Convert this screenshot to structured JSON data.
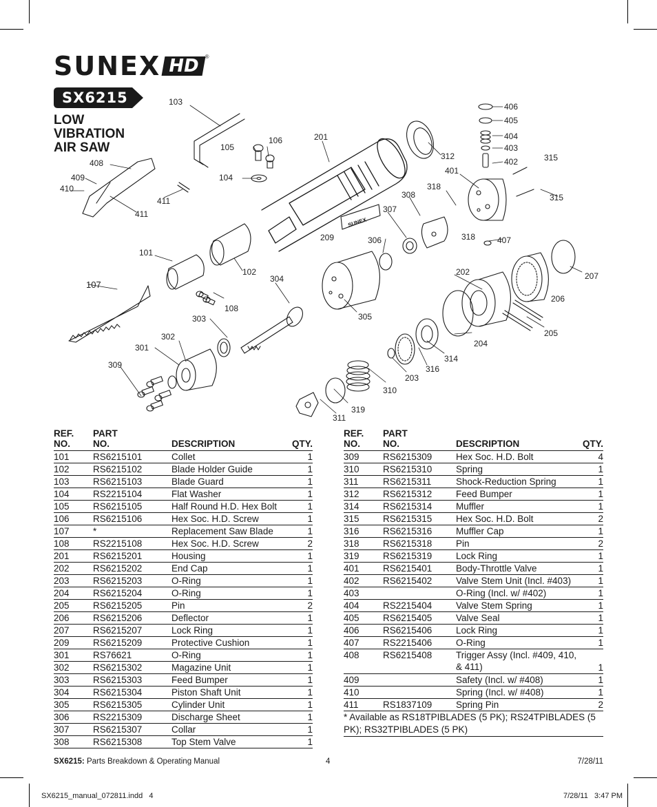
{
  "logo": {
    "brand": "SUNEX",
    "brand_suffix": "HD",
    "registered": "®"
  },
  "model": "SX6215",
  "product_title": [
    "LOW",
    "VIBRATION",
    "AIR SAW"
  ],
  "callouts": [
    {
      "id": "103",
      "label": "103"
    },
    {
      "id": "105",
      "label": "105"
    },
    {
      "id": "106",
      "label": "106"
    },
    {
      "id": "104",
      "label": "104"
    },
    {
      "id": "201",
      "label": "201"
    },
    {
      "id": "312",
      "label": "312"
    },
    {
      "id": "406",
      "label": "406"
    },
    {
      "id": "405",
      "label": "405"
    },
    {
      "id": "404",
      "label": "404"
    },
    {
      "id": "403",
      "label": "403"
    },
    {
      "id": "402",
      "label": "402"
    },
    {
      "id": "401",
      "label": "401"
    },
    {
      "id": "315a",
      "label": "315"
    },
    {
      "id": "315b",
      "label": "315"
    },
    {
      "id": "318a",
      "label": "318"
    },
    {
      "id": "318b",
      "label": "318"
    },
    {
      "id": "308",
      "label": "308"
    },
    {
      "id": "307",
      "label": "307"
    },
    {
      "id": "407",
      "label": "407"
    },
    {
      "id": "408",
      "label": "408"
    },
    {
      "id": "409",
      "label": "409"
    },
    {
      "id": "410",
      "label": "410"
    },
    {
      "id": "411a",
      "label": "411"
    },
    {
      "id": "411b",
      "label": "411"
    },
    {
      "id": "209",
      "label": "209"
    },
    {
      "id": "306",
      "label": "306"
    },
    {
      "id": "101",
      "label": "101"
    },
    {
      "id": "102",
      "label": "102"
    },
    {
      "id": "304",
      "label": "304"
    },
    {
      "id": "202",
      "label": "202"
    },
    {
      "id": "207",
      "label": "207"
    },
    {
      "id": "107",
      "label": "107"
    },
    {
      "id": "108",
      "label": "108"
    },
    {
      "id": "206",
      "label": "206"
    },
    {
      "id": "303",
      "label": "303"
    },
    {
      "id": "305",
      "label": "305"
    },
    {
      "id": "205",
      "label": "205"
    },
    {
      "id": "302",
      "label": "302"
    },
    {
      "id": "204",
      "label": "204"
    },
    {
      "id": "301",
      "label": "301"
    },
    {
      "id": "314",
      "label": "314"
    },
    {
      "id": "316",
      "label": "316"
    },
    {
      "id": "309",
      "label": "309"
    },
    {
      "id": "203",
      "label": "203"
    },
    {
      "id": "310",
      "label": "310"
    },
    {
      "id": "319",
      "label": "319"
    },
    {
      "id": "311",
      "label": "311"
    }
  ],
  "table_headers": {
    "ref_1": "REF.",
    "ref_2": "NO.",
    "part_1": "PART",
    "part_2": "NO.",
    "description": "DESCRIPTION",
    "qty": "QTY."
  },
  "parts_left": [
    {
      "ref": "101",
      "part": "RS6215101",
      "desc": "Collet",
      "qty": "1"
    },
    {
      "ref": "102",
      "part": "RS6215102",
      "desc": "Blade Holder Guide",
      "qty": "1"
    },
    {
      "ref": "103",
      "part": "RS6215103",
      "desc": "Blade Guard",
      "qty": "1"
    },
    {
      "ref": "104",
      "part": "RS2215104",
      "desc": "Flat Washer",
      "qty": "1"
    },
    {
      "ref": "105",
      "part": "RS6215105",
      "desc": "Half Round H.D. Hex Bolt",
      "qty": "1"
    },
    {
      "ref": "106",
      "part": "RS6215106",
      "desc": "Hex Soc. H.D. Screw",
      "qty": "1"
    },
    {
      "ref": "107",
      "part": "*",
      "desc": "Replacement Saw Blade",
      "qty": "1"
    },
    {
      "ref": "108",
      "part": "RS2215108",
      "desc": "Hex Soc. H.D. Screw",
      "qty": "2"
    },
    {
      "ref": "201",
      "part": "RS6215201",
      "desc": "Housing",
      "qty": "1"
    },
    {
      "ref": "202",
      "part": "RS6215202",
      "desc": "End Cap",
      "qty": "1"
    },
    {
      "ref": "203",
      "part": "RS6215203",
      "desc": "O-Ring",
      "qty": "1"
    },
    {
      "ref": "204",
      "part": "RS6215204",
      "desc": "O-Ring",
      "qty": "1"
    },
    {
      "ref": "205",
      "part": "RS6215205",
      "desc": "Pin",
      "qty": "2"
    },
    {
      "ref": "206",
      "part": "RS6215206",
      "desc": "Deflector",
      "qty": "1"
    },
    {
      "ref": "207",
      "part": "RS6215207",
      "desc": "Lock Ring",
      "qty": "1"
    },
    {
      "ref": "209",
      "part": "RS6215209",
      "desc": "Protective Cushion",
      "qty": "1"
    },
    {
      "ref": "301",
      "part": "RS76621",
      "desc": "O-Ring",
      "qty": "1"
    },
    {
      "ref": "302",
      "part": "RS6215302",
      "desc": "Magazine Unit",
      "qty": "1"
    },
    {
      "ref": "303",
      "part": "RS6215303",
      "desc": "Feed Bumper",
      "qty": "1"
    },
    {
      "ref": "304",
      "part": "RS6215304",
      "desc": "Piston Shaft Unit",
      "qty": "1"
    },
    {
      "ref": "305",
      "part": "RS6215305",
      "desc": "Cylinder Unit",
      "qty": "1"
    },
    {
      "ref": "306",
      "part": "RS2215309",
      "desc": "Discharge Sheet",
      "qty": "1"
    },
    {
      "ref": "307",
      "part": "RS6215307",
      "desc": "Collar",
      "qty": "1"
    },
    {
      "ref": "308",
      "part": "RS6215308",
      "desc": "Top Stem Valve",
      "qty": "1"
    }
  ],
  "parts_right": [
    {
      "ref": "309",
      "part": "RS6215309",
      "desc": "Hex Soc. H.D. Bolt",
      "qty": "4"
    },
    {
      "ref": "310",
      "part": "RS6215310",
      "desc": "Spring",
      "qty": "1"
    },
    {
      "ref": "311",
      "part": "RS6215311",
      "desc": "Shock-Reduction Spring",
      "qty": "1"
    },
    {
      "ref": "312",
      "part": "RS6215312",
      "desc": "Feed Bumper",
      "qty": "1"
    },
    {
      "ref": "314",
      "part": "RS6215314",
      "desc": "Muffler",
      "qty": "1"
    },
    {
      "ref": "315",
      "part": "RS6215315",
      "desc": "Hex Soc. H.D. Bolt",
      "qty": "2"
    },
    {
      "ref": "316",
      "part": "RS6215316",
      "desc": "Muffler Cap",
      "qty": "1"
    },
    {
      "ref": "318",
      "part": "RS6215318",
      "desc": "Pin",
      "qty": "2"
    },
    {
      "ref": "319",
      "part": "RS6215319",
      "desc": "Lock Ring",
      "qty": "1"
    },
    {
      "ref": "401",
      "part": "RS6215401",
      "desc": "Body-Throttle Valve",
      "qty": "1"
    },
    {
      "ref": "402",
      "part": "RS6215402",
      "desc": "Valve Stem Unit (Incl. #403)",
      "qty": "1"
    },
    {
      "ref": "403",
      "part": "",
      "desc": "O-Ring (Incl. w/ #402)",
      "qty": "1"
    },
    {
      "ref": "404",
      "part": "RS2215404",
      "desc": "Valve Stem Spring",
      "qty": "1"
    },
    {
      "ref": "405",
      "part": "RS6215405",
      "desc": "Valve Seal",
      "qty": "1"
    },
    {
      "ref": "406",
      "part": "RS6215406",
      "desc": "Lock Ring",
      "qty": "1"
    },
    {
      "ref": "407",
      "part": "RS2215406",
      "desc": "O-Ring",
      "qty": "1"
    },
    {
      "ref": "408",
      "part": "RS6215408",
      "desc": "Trigger Assy (Incl. #409, 410, & 411)",
      "qty": "1"
    },
    {
      "ref": "409",
      "part": "",
      "desc": "Safety (Incl. w/ #408)",
      "qty": "1"
    },
    {
      "ref": "410",
      "part": "",
      "desc": "Spring (Incl. w/ #408)",
      "qty": "1"
    },
    {
      "ref": "411",
      "part": "RS1837109",
      "desc": "Spring Pin",
      "qty": "2"
    }
  ],
  "footnote": "* Available as RS18TPIBLADES (5 PK); RS24TPIBLADES (5 PK); RS32TPIBLADES (5 PK)",
  "footer": {
    "model": "SX6215:",
    "title": "Parts Breakdown & Operating Manual",
    "page": "4",
    "date": "7/28/11"
  },
  "slug": {
    "file": "SX6215_manual_072811.indd   4",
    "timestamp": "7/28/11   3:47 PM"
  }
}
